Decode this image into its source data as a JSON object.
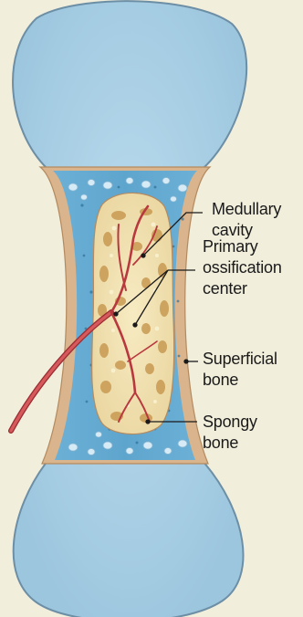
{
  "labels": {
    "medullary": [
      "Medullary",
      "cavity"
    ],
    "primary": [
      "Primary",
      "ossification",
      "center"
    ],
    "superficial": [
      "Superficial",
      "bone"
    ],
    "spongy": [
      "Spongy",
      "bone"
    ]
  },
  "colors": {
    "background": "#f1eedc",
    "cartilage": "#a8cfe6",
    "cartilage_edge": "#6d8fa6",
    "periosteal_bone": "#d9b48c",
    "matrix": "#5fa7cf",
    "spongy_bone": "#f2e2ae",
    "marrow_spaces": "#c89a52",
    "vessel": "#c8454a",
    "leader_line": "#1a1a1a"
  }
}
